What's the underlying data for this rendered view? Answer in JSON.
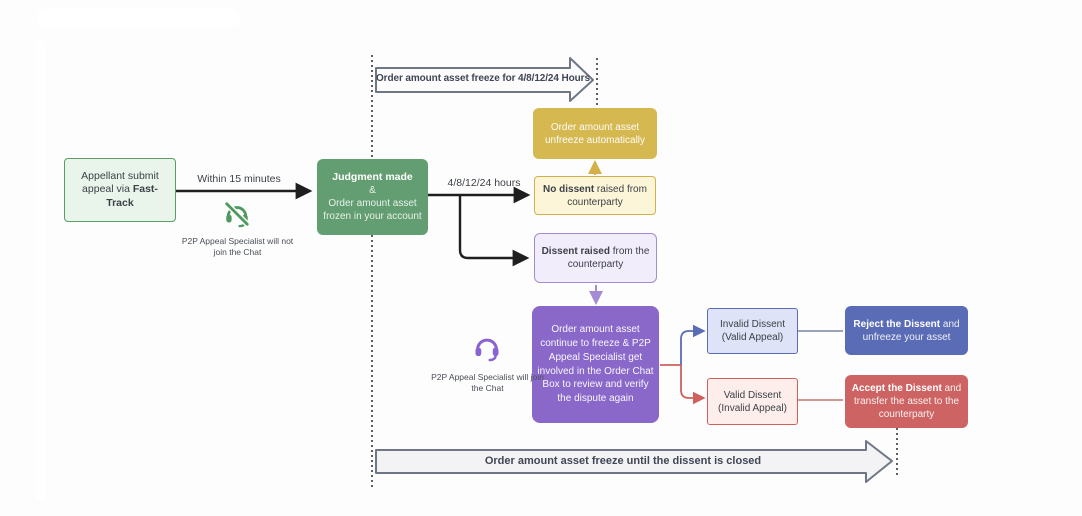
{
  "banners": {
    "top": "Order amount asset freeze for 4/8/12/24 Hours",
    "bottom": "Order amount asset freeze until the dissent is closed"
  },
  "labels": {
    "within_15": "Within 15 minutes",
    "hours": "4/8/12/24 hours",
    "specialist_not_join": "P2P Appeal Specialist will not join the Chat",
    "specialist_join": "P2P Appeal Specialist will join the Chat"
  },
  "nodes": {
    "appellant": {
      "pre": "Appellant submit appeal via ",
      "bold": "Fast-Track"
    },
    "judgment": {
      "bold": "Judgment made",
      "amp": "&",
      "rest": "Order amount asset frozen in your account"
    },
    "unfreeze_auto": {
      "text": "Order amount asset unfreeze automatically"
    },
    "no_dissent": {
      "bold": "No dissent",
      "rest": " raised from counterparty"
    },
    "dissent_raised": {
      "bold": "Dissent raised",
      "rest": " from the counterparty"
    },
    "continue_freeze": {
      "text": "Order amount asset continue to freeze & P2P Appeal Specialist get involved in the Order Chat Box to review and verify the dispute again"
    },
    "invalid_dissent": {
      "line1": "Invalid Dissent",
      "line2": "(Valid Appeal)"
    },
    "valid_dissent": {
      "line1": "Valid Dissent",
      "line2": "(Invalid Appeal)"
    },
    "reject": {
      "bold": "Reject the Dissent",
      "rest": " and unfreeze your asset"
    },
    "accept": {
      "bold": "Accept the Dissent",
      "rest": " and transfer the asset to the counterparty"
    }
  },
  "colors": {
    "green_solid": "#639e72",
    "green_outline": "#5b9c64",
    "green_fill_light": "#e9f4ea",
    "yellow_solid": "#d6b851",
    "yellow_outline": "#d3b04a",
    "purple_solid": "#8968ca",
    "purple_outline": "#a58ad6",
    "blue_solid": "#5a6cb5",
    "red_solid": "#cd6463",
    "red_outline": "#d0605c",
    "arrow_black": "#1f1f1f",
    "banner_border": "#6f7787",
    "icon_green": "#4e9a5e",
    "icon_purple": "#8a63d2"
  }
}
